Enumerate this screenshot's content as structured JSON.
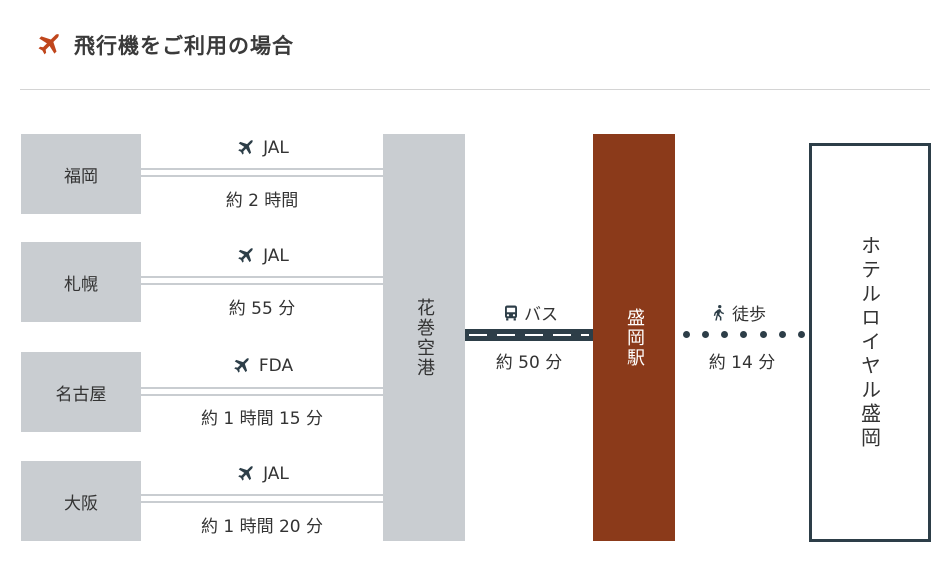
{
  "header": {
    "title": "飛行機をご利用の場合",
    "icon": "airplane-icon",
    "accent": "#c0461c"
  },
  "routes": [
    {
      "city": "福岡",
      "airline": "JAL",
      "duration": "約 2 時間"
    },
    {
      "city": "札幌",
      "airline": "JAL",
      "duration": "約 55 分"
    },
    {
      "city": "名古屋",
      "airline": "FDA",
      "duration": "約 1 時間 15 分"
    },
    {
      "city": "大阪",
      "airline": "JAL",
      "duration": "約 1 時間 20 分"
    }
  ],
  "airport": {
    "name": "花巻空港"
  },
  "bus": {
    "label": "バス",
    "duration": "約 50 分",
    "icon": "bus-icon"
  },
  "station": {
    "name": "盛岡駅",
    "color": "#8b3a1a"
  },
  "walk": {
    "label": "徒歩",
    "duration": "約 14 分",
    "icon": "walking-icon"
  },
  "hotel": {
    "name": "ホテルロイヤル盛岡"
  }
}
